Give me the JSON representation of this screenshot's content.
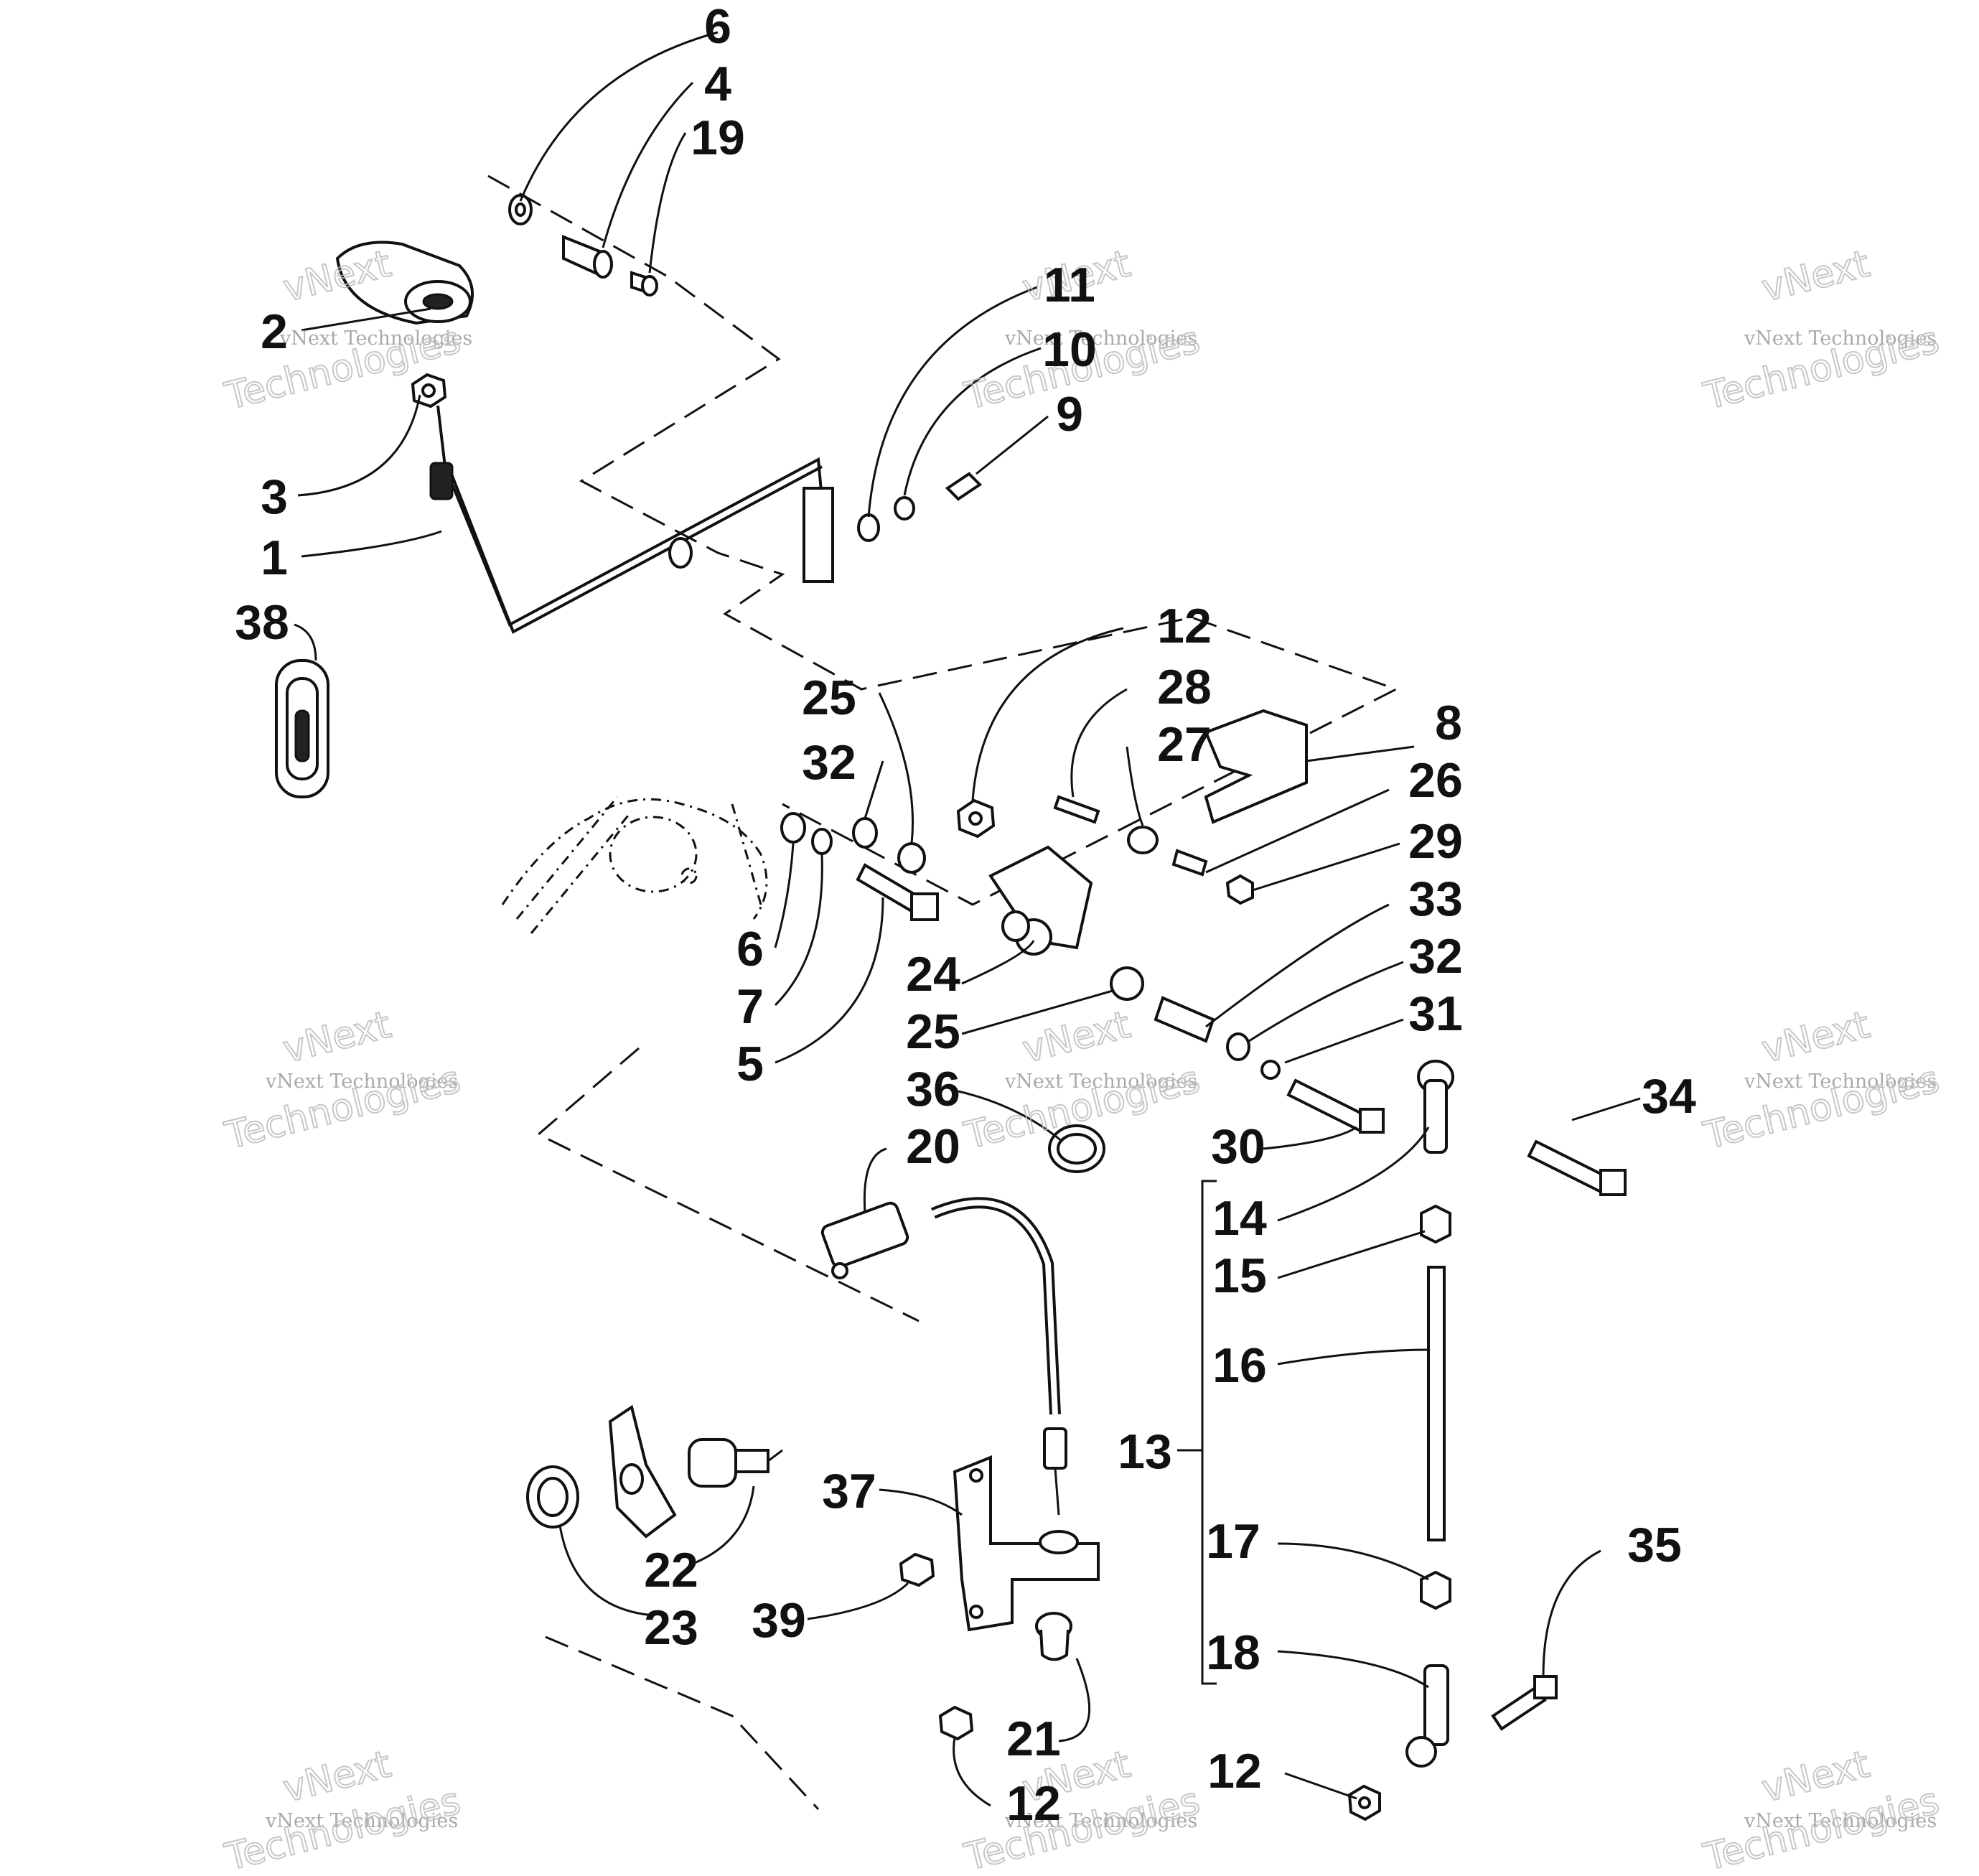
{
  "callouts": [
    {
      "id": "c6a",
      "label": "6"
    },
    {
      "id": "c4",
      "label": "4"
    },
    {
      "id": "c19",
      "label": "19"
    },
    {
      "id": "c2",
      "label": "2"
    },
    {
      "id": "c3",
      "label": "3"
    },
    {
      "id": "c1",
      "label": "1"
    },
    {
      "id": "c38",
      "label": "38"
    },
    {
      "id": "c11",
      "label": "11"
    },
    {
      "id": "c10",
      "label": "10"
    },
    {
      "id": "c9",
      "label": "9"
    },
    {
      "id": "c12a",
      "label": "12"
    },
    {
      "id": "c28",
      "label": "28"
    },
    {
      "id": "c27",
      "label": "27"
    },
    {
      "id": "c8",
      "label": "8"
    },
    {
      "id": "c26",
      "label": "26"
    },
    {
      "id": "c29",
      "label": "29"
    },
    {
      "id": "c25a",
      "label": "25"
    },
    {
      "id": "c32a",
      "label": "32"
    },
    {
      "id": "c6b",
      "label": "6"
    },
    {
      "id": "c7",
      "label": "7"
    },
    {
      "id": "c5",
      "label": "5"
    },
    {
      "id": "c24",
      "label": "24"
    },
    {
      "id": "c25b",
      "label": "25"
    },
    {
      "id": "c33",
      "label": "33"
    },
    {
      "id": "c32b",
      "label": "32"
    },
    {
      "id": "c31",
      "label": "31"
    },
    {
      "id": "c36",
      "label": "36"
    },
    {
      "id": "c20",
      "label": "20"
    },
    {
      "id": "c30",
      "label": "30"
    },
    {
      "id": "c34",
      "label": "34"
    },
    {
      "id": "c14",
      "label": "14"
    },
    {
      "id": "c15",
      "label": "15"
    },
    {
      "id": "c16",
      "label": "16"
    },
    {
      "id": "c13",
      "label": "13"
    },
    {
      "id": "c17",
      "label": "17"
    },
    {
      "id": "c18",
      "label": "18"
    },
    {
      "id": "c35",
      "label": "35"
    },
    {
      "id": "c12b",
      "label": "12"
    },
    {
      "id": "c37",
      "label": "37"
    },
    {
      "id": "c39",
      "label": "39"
    },
    {
      "id": "c21",
      "label": "21"
    },
    {
      "id": "c12c",
      "label": "12"
    },
    {
      "id": "c22",
      "label": "22"
    },
    {
      "id": "c23",
      "label": "23"
    }
  ],
  "watermark": {
    "small_text": "vNext Technologies",
    "big_line1": "vNext",
    "big_line2": "Technologies"
  }
}
